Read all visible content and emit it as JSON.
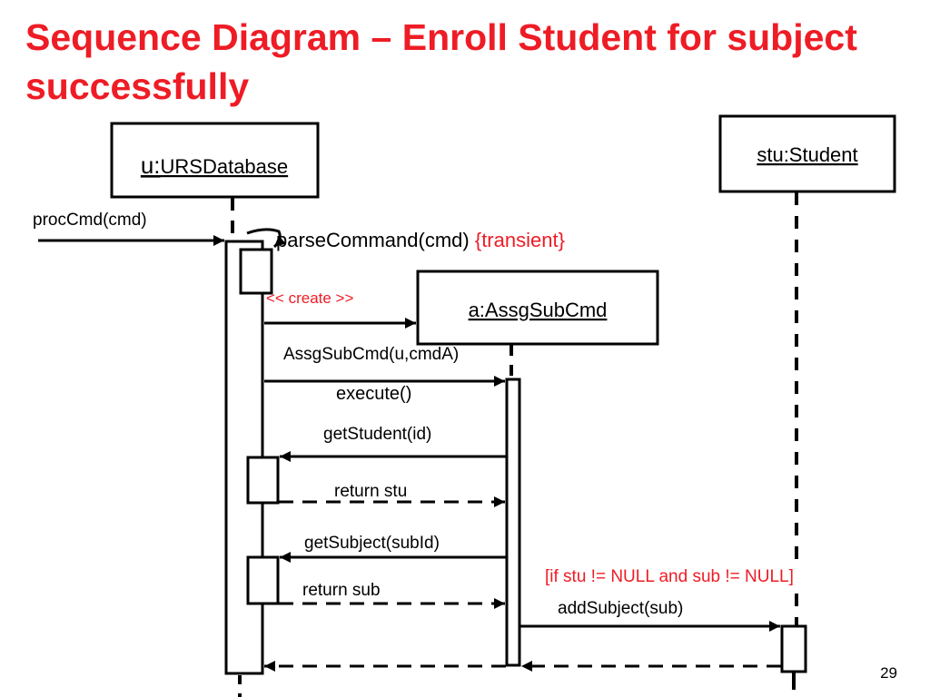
{
  "slide": {
    "title": "Sequence Diagram – Enroll Student for subject successfully",
    "page_number": "29"
  },
  "colors": {
    "accent": "#ee1c25",
    "line": "#000000"
  },
  "objects": {
    "database_prefix": "u:",
    "database_name": "URSDatabase",
    "student": "stu:Student",
    "command": "a:AssgSubCmd"
  },
  "messages": {
    "proc_cmd": "procCmd(cmd)",
    "parse_command": "parseCommand(cmd) ",
    "transient": "{transient}",
    "create": "<< create >>",
    "constructor": "AssgSubCmd(u,cmdA)",
    "execute": "execute()",
    "get_student": "getStudent(id)",
    "return_stu": "return stu",
    "get_subject": "getSubject(subId)",
    "return_sub": "return sub",
    "guard": "[if stu != NULL and sub != NULL]",
    "add_subject": "addSubject(sub)"
  }
}
